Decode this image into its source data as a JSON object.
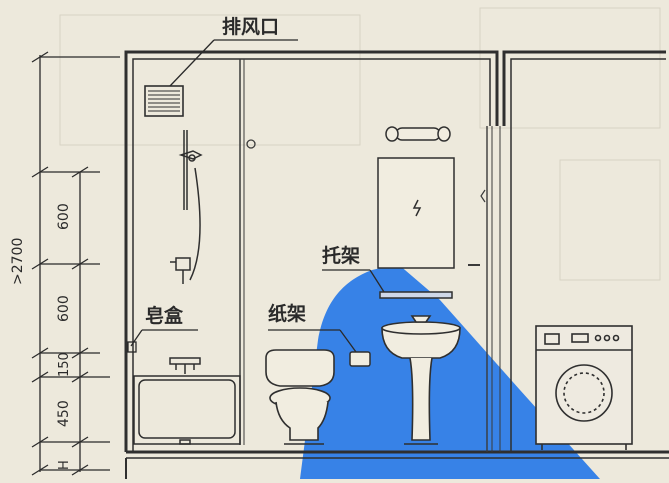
{
  "labels": {
    "exhaust_vent": "排风口",
    "shelf": "托架",
    "soap_box": "皂盒",
    "paper_holder": "纸架"
  },
  "dimensions": {
    "total": ">2700",
    "d600_top": "600",
    "d600_mid": "600",
    "d150": "150",
    "d450": "450",
    "dH": "H"
  },
  "colors": {
    "background": "#ede9dc",
    "line": "#3a3a3a",
    "light_overlay": "#7fa6e0",
    "highlight_blue": "#1e73e8"
  },
  "icons": [
    "vent-icon",
    "shower-head-icon",
    "faucet-icon",
    "mirror-icon",
    "light-icon",
    "toilet-icon",
    "washbasin-icon",
    "washing-machine-icon"
  ]
}
